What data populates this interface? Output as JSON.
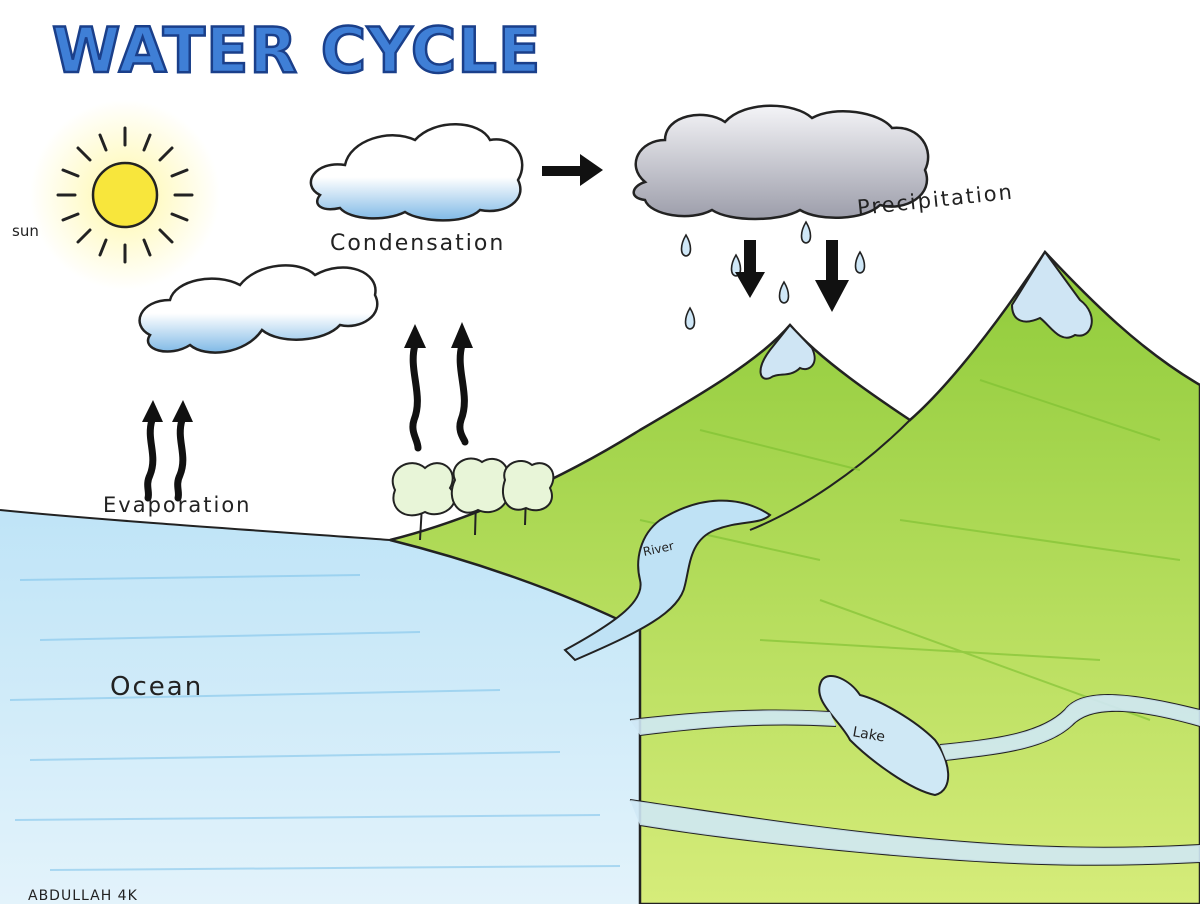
{
  "title": "WATER CYCLE",
  "labels": {
    "sun": "sun",
    "condensation": "Condensation",
    "precipitation": "Precipitation",
    "evaporation": "Evaporation",
    "river": "River",
    "ocean": "Ocean",
    "lake": "Lake",
    "signature": "ABDULLAH 4K"
  },
  "colors": {
    "title_fill": "#3f7fd6",
    "title_stroke": "#1a3f8a",
    "sun": "#f5e23a",
    "cloud_blue": "#8fc3ea",
    "rain_cloud": "#a7a8b3",
    "ocean": "#a9d8f0",
    "mountain_green": "#9fd24a",
    "snow": "#c9e2f2"
  }
}
